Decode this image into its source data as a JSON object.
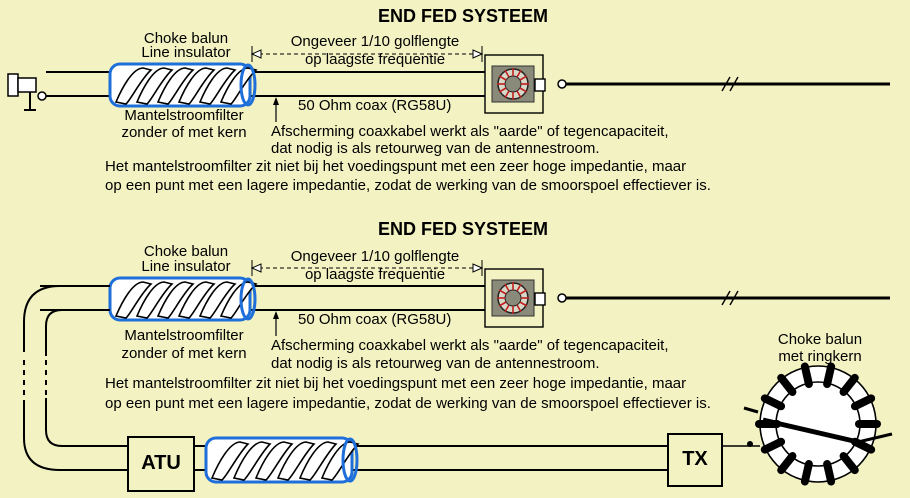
{
  "panels": [
    {
      "title": "END FED SYSTEEM",
      "choke_label_1": "Choke balun",
      "choke_label_2": "Line insulator",
      "length_label_1": "Ongeveer 1/10 golflengte",
      "length_label_2": "op laagste frequentie",
      "coax_label": "50 Ohm coax (RG58U)",
      "filter_label_1": "Mantelstroomfilter",
      "filter_label_2": "zonder of met kern",
      "shield_note_1": "Afscherming coaxkabel werkt als \"aarde\" of tegencapaciteit,",
      "shield_note_2": "dat nodig is als retourweg van de antennestroom.",
      "filter_note_1": "Het mantelstroomfilter zit niet bij het voedingspunt met een zeer hoge impedantie, maar",
      "filter_note_2": "op een punt met een lagere impedantie, zodat de werking van de smoorspoel effectiever is."
    },
    {
      "title": "END FED SYSTEEM",
      "choke_label_1": "Choke balun",
      "choke_label_2": "Line insulator",
      "length_label_1": "Ongeveer 1/10 golflengte",
      "length_label_2": "op laagste frequentie",
      "coax_label": "50 Ohm coax (RG58U)",
      "filter_label_1": "Mantelstroomfilter",
      "filter_label_2": "zonder of met kern",
      "shield_note_1": "Afscherming coaxkabel werkt als \"aarde\" of tegencapaciteit,",
      "shield_note_2": "dat nodig is als retourweg van de antennestroom.",
      "filter_note_1": "Het mantelstroomfilter zit niet bij het voedingspunt met een zeer hoge impedantie, maar",
      "filter_note_2": "op een punt met een lagere impedantie, zodat de werking van de smoorspoel effectiever is."
    }
  ],
  "atu_label": "ATU",
  "tx_label": "TX",
  "ring_choke_label_1": "Choke balun",
  "ring_choke_label_2": "met ringkern",
  "colors": {
    "background": "#f2f2c2",
    "coil_outline": "#1e6fd9",
    "coil_fill": "#ffffff",
    "line": "#000000"
  }
}
